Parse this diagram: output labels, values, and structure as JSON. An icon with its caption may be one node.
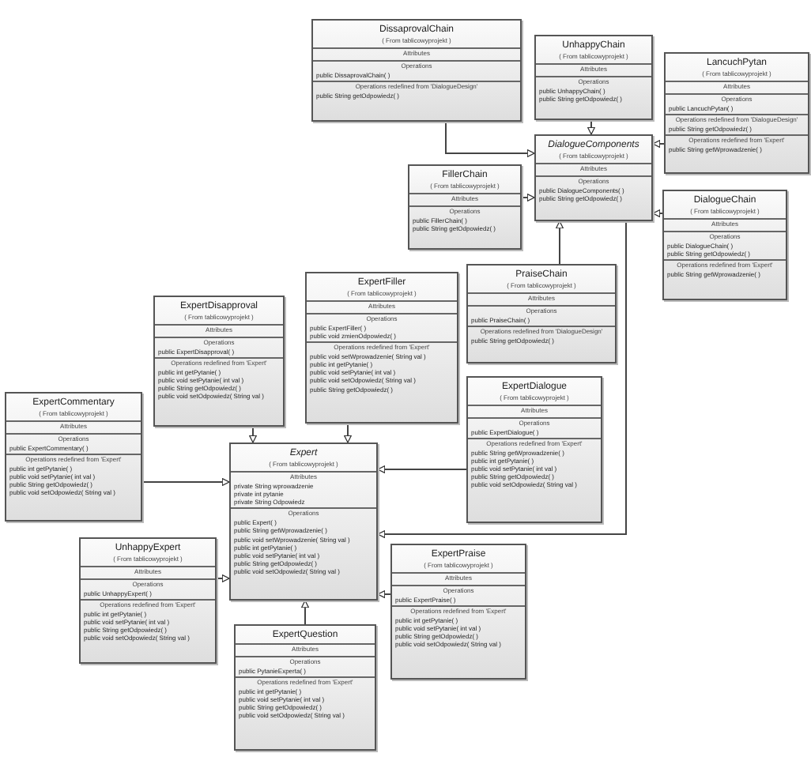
{
  "diagram": {
    "nodes": [
      {
        "text": [
          "DissaprovalChain",
          "( From tablicowyprojekt )",
          "Attributes",
          "Operations",
          "public DissaprovalChain( )",
          "Operations redefined from 'DialogueDesign'",
          "public String getOdpowiedz( )"
        ]
      },
      {
        "text": [
          "UnhappyChain",
          "( From tablicowyprojekt )",
          "Attributes",
          "Operations",
          "public UnhappyChain( )",
          "public String getOdpowiedz( )"
        ]
      },
      {
        "text": [
          "LancuchPytan",
          "( From tablicowyprojekt )",
          "Attributes",
          "Operations",
          "public LancuchPytan( )",
          "Operations redefined from 'DialogueDesign'",
          "public String getOdpowiedz( )",
          "Operations redefined from 'Expert'",
          "public String getWprowadzenie( )"
        ]
      },
      {
        "text": [
          "DialogueComponents",
          "( From tablicowyprojekt )",
          "Attributes",
          "Operations",
          "public DialogueComponents( )",
          "public String getOdpowiedz( )"
        ]
      },
      {
        "text": [
          "FillerChain",
          "( From tablicowyprojekt )",
          "Attributes",
          "Operations",
          "public FillerChain( )",
          "public String getOdpowiedz( )"
        ]
      },
      {
        "text": [
          "DialogueChain",
          "( From tablicowyprojekt )",
          "Attributes",
          "Operations",
          "public DialogueChain( )",
          "public String getOdpowiedz( )",
          "Operations redefined from 'Expert'",
          "public String getWprowadzenie( )"
        ]
      },
      {
        "text": [
          "PraiseChain",
          "( From tablicowyprojekt )",
          "Attributes",
          "Operations",
          "public PraiseChain( )",
          "Operations redefined from 'DialogueDesign'",
          "public String getOdpowiedz( )"
        ]
      },
      {
        "text": [
          "ExpertDisapproval",
          "( From tablicowyprojekt )",
          "Attributes",
          "Operations",
          "public ExpertDisapproval( )",
          "Operations redefined from 'Expert'",
          "public int getPytanie( )",
          "public void setPytanie( int val )",
          "public String getOdpowiedz( )",
          "public void setOdpowiedz( String val )"
        ]
      },
      {
        "text": [
          "ExpertFiller",
          "( From tablicowyprojekt )",
          "Attributes",
          "Operations",
          "public ExpertFiller( )",
          "public void zmienOdpowiedz( )",
          "Operations redefined from 'Expert'",
          "public void setWprowadzenie( String val )",
          "public int getPytanie( )",
          "public void setPytanie( int val )",
          "public void setOdpowiedz( String val )",
          "public String getOdpowiedz( )"
        ]
      },
      {
        "text": [
          "ExpertDialogue",
          "( From tablicowyprojekt )",
          "Attributes",
          "Operations",
          "public ExpertDialogue( )",
          "Operations redefined from 'Expert'",
          "public String getWprowadzenie( )",
          "public int getPytanie( )",
          "public void setPytanie( int val )",
          "public String getOdpowiedz( )",
          "public void setOdpowiedz( String val )"
        ]
      },
      {
        "text": [
          "ExpertCommentary",
          "( From tablicowyprojekt )",
          "Attributes",
          "Operations",
          "public ExpertCommentary( )",
          "Operations redefined from 'Expert'",
          "public int getPytanie( )",
          "public void setPytanie( int val )",
          "public String getOdpowiedz( )",
          "public void setOdpowiedz( String val )"
        ]
      },
      {
        "text": [
          "Expert",
          "( From tablicowyprojekt )",
          "Attributes",
          "private String wprowadzenie",
          "private int pytanie",
          "private String Odpowiedz",
          "Operations",
          "public Expert( )",
          "public String getWprowadzenie( )",
          "public void setWprowadzenie( String val )",
          "public int getPytanie( )",
          "public void setPytanie( int val )",
          "public String getOdpowiedz( )",
          "public void setOdpowiedz( String val )"
        ]
      },
      {
        "text": [
          "UnhappyExpert",
          "( From tablicowyprojekt )",
          "Attributes",
          "Operations",
          "public UnhappyExpert( )",
          "Operations redefined from 'Expert'",
          "public int getPytanie( )",
          "public void setPytanie( int val )",
          "public String getOdpowiedz( )",
          "public void setOdpowiedz( String val )"
        ]
      },
      {
        "text": [
          "ExpertPraise",
          "( From tablicowyprojekt )",
          "Attributes",
          "Operations",
          "public ExpertPraise( )",
          "Operations redefined from 'Expert'",
          "public int getPytanie( )",
          "public void setPytanie( int val )",
          "public String getOdpowiedz( )",
          "public void setOdpowiedz( String val )"
        ]
      },
      {
        "text": [
          "ExpertQuestion",
          "Attributes",
          "Operations",
          "public PytanieExperta( )",
          "Operations redefined from 'Expert'",
          "public int getPytanie( )",
          "public void setPytanie( int val )",
          "public String getOdpowiedz( )",
          "public void setOdpowiedz( String val )"
        ]
      }
    ],
    "edges": [
      {
        "from": 0,
        "to": 3,
        "arrow": "to"
      },
      {
        "from": 1,
        "to": 3,
        "arrow": "to"
      },
      {
        "from": 2,
        "to": 3,
        "arrow": "to"
      },
      {
        "from": 4,
        "to": 3,
        "arrow": "to"
      },
      {
        "from": 5,
        "to": 3,
        "arrow": "to"
      },
      {
        "from": 6,
        "to": 3,
        "arrow": "to"
      },
      {
        "from": 3,
        "to": 11,
        "arrow": "to"
      },
      {
        "from": 7,
        "to": 11,
        "arrow": "to"
      },
      {
        "from": 8,
        "to": 11,
        "arrow": "to"
      },
      {
        "from": 10,
        "to": 11,
        "arrow": "to"
      },
      {
        "from": 12,
        "to": 11,
        "arrow": "to"
      },
      {
        "from": 9,
        "to": 11,
        "arrow": "to"
      },
      {
        "from": 13,
        "to": 11,
        "arrow": "to"
      },
      {
        "from": 14,
        "to": 11,
        "arrow": "to"
      }
    ]
  }
}
